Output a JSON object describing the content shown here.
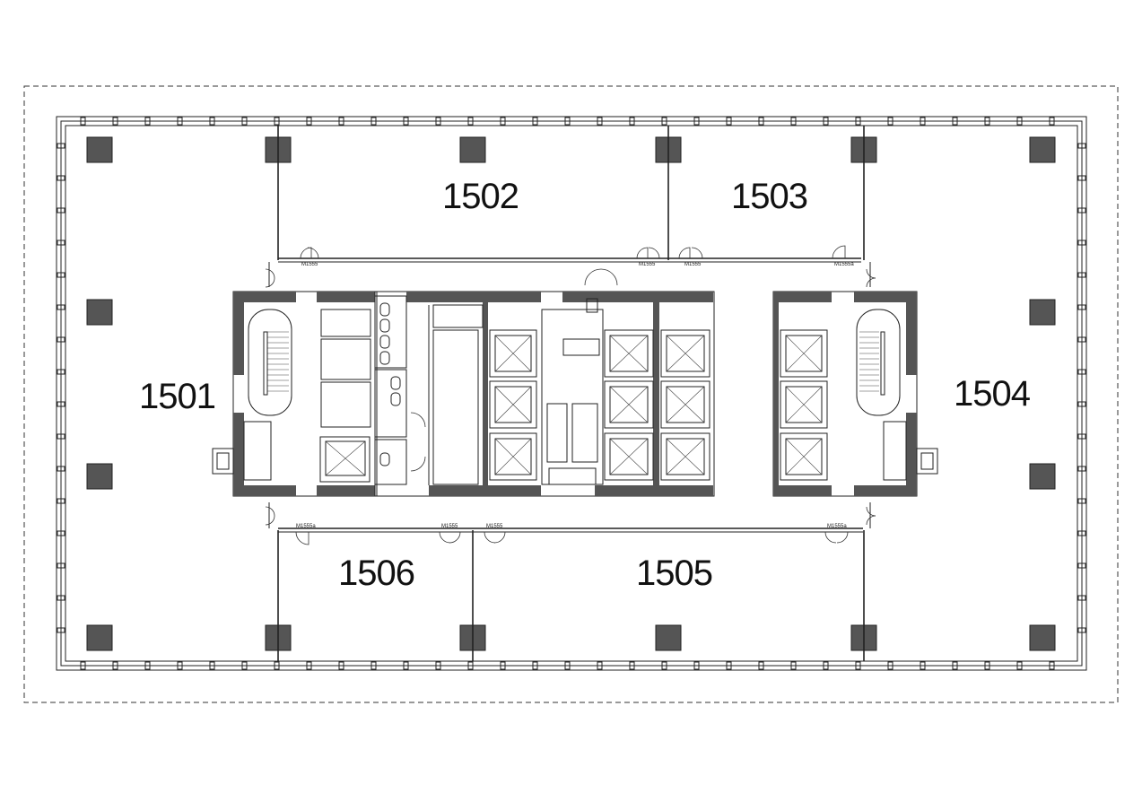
{
  "units": [
    {
      "id": "1501",
      "label": "1501"
    },
    {
      "id": "1502",
      "label": "1502"
    },
    {
      "id": "1503",
      "label": "1503"
    },
    {
      "id": "1504",
      "label": "1504"
    },
    {
      "id": "1505",
      "label": "1505"
    },
    {
      "id": "1506",
      "label": "1506"
    }
  ],
  "door_codes": [
    "M1555",
    "M1555",
    "M1555",
    "M1555a",
    "M1555a",
    "M1555",
    "M1555",
    "M1555a"
  ],
  "colors": {
    "wall": "#555555",
    "line": "#222222",
    "background": "#ffffff"
  }
}
